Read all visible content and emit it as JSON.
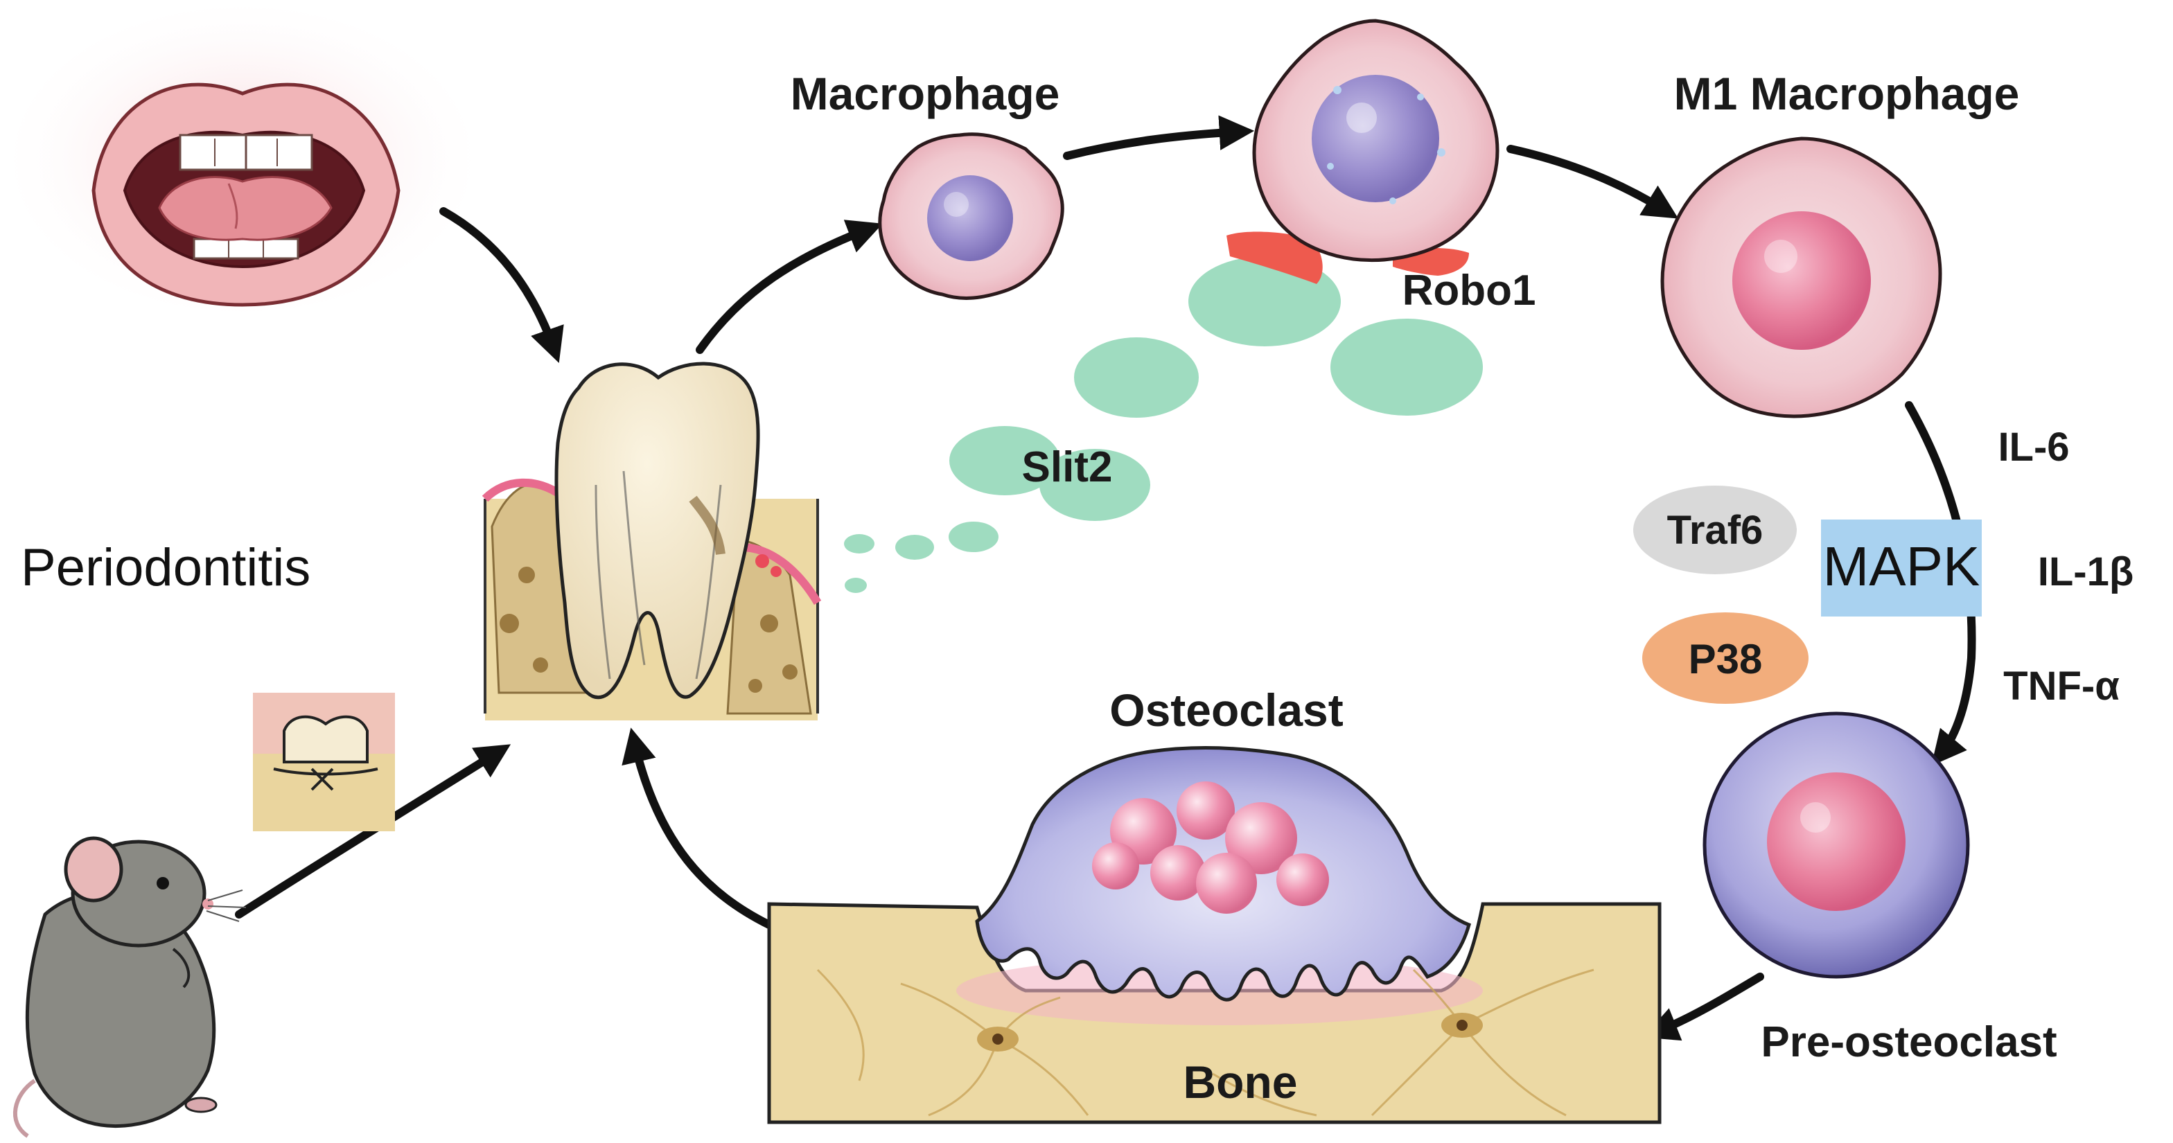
{
  "labels": {
    "macrophage": "Macrophage",
    "m1_macrophage": "M1 Macrophage",
    "robo1": "Robo1",
    "slit2": "Slit2",
    "periodontitis": "Periodontitis",
    "il6": "IL-6",
    "il1b": "IL-1β",
    "tnfa": "TNF-α",
    "traf6": "Traf6",
    "mapk": "MAPK",
    "p38": "P38",
    "osteoclast": "Osteoclast",
    "bone": "Bone",
    "pre_osteoclast": "Pre-osteoclast"
  },
  "colors": {
    "slit2_green": "#9fdcc0",
    "robo1_red": "#ee5a4e",
    "mapk_blue": "#a9d2f0",
    "traf6_gray": "#d9d9d9",
    "p38_orange": "#f2ad7c",
    "bone_tan": "#ecd9a4",
    "arrow": "#111111"
  },
  "icons": [
    "open-mouth-icon",
    "tooth-icon",
    "mouse-icon",
    "ligature-tooth-icon",
    "macrophage-cell-icon",
    "osteoclast-cell-icon"
  ]
}
